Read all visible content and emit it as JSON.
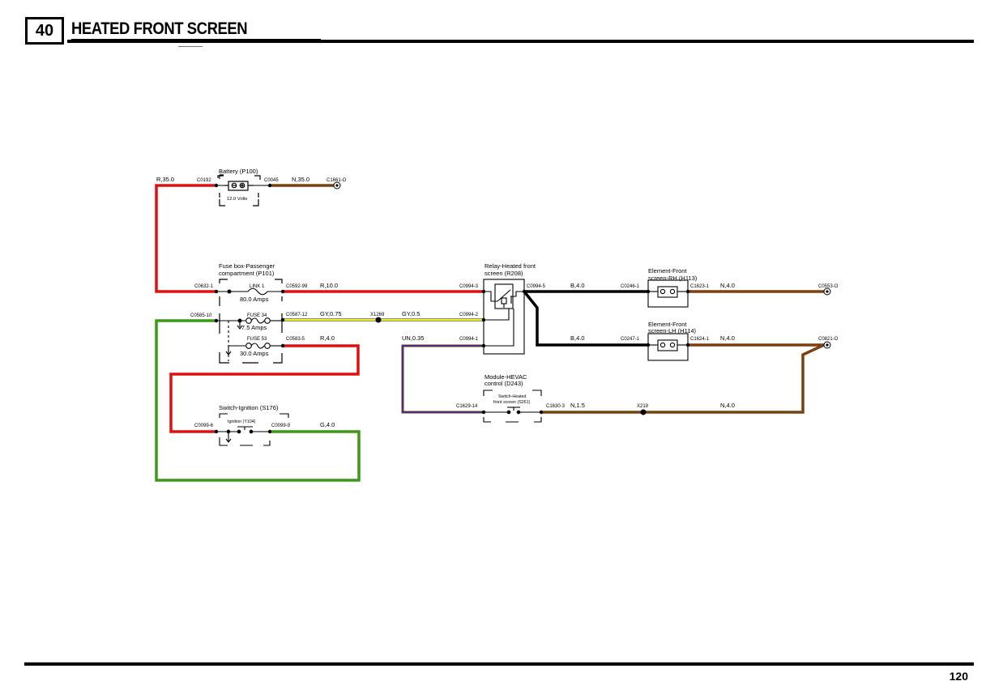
{
  "header": {
    "section_number": "40",
    "title": "HEATED FRONT SCREEN"
  },
  "footer": {
    "page_number": "120"
  },
  "components": {
    "battery": {
      "name": "Battery (P100)",
      "rating": "12.0 Volts"
    },
    "fuse_box": {
      "name_line1": "Fuse box-Passenger",
      "name_line2": "compartment (P101)"
    },
    "link1": {
      "name": "LINK 1",
      "rating": "80.0 Amps"
    },
    "fuse34": {
      "name": "FUSE 34",
      "rating": "7.5 Amps"
    },
    "fuse53": {
      "name": "FUSE 53",
      "rating": "30.0 Amps"
    },
    "relay": {
      "name_line1": "Relay-Heated front",
      "name_line2": "screen (R208)"
    },
    "element_rh": {
      "name_line1": "Element-Front",
      "name_line2": "screen-RH (H113)"
    },
    "element_lh": {
      "name_line1": "Element-Front",
      "name_line2": "screen-LH (H114)"
    },
    "hevac": {
      "name_line1": "Module-HEVAC",
      "name_line2": "control (D243)",
      "switch_line1": "Switch-Heated",
      "switch_line2": "front screen (S261)"
    },
    "ignition_switch": {
      "name": "Switch-Ignition (S176)",
      "inner": "Ignition (Y104)"
    }
  },
  "connectors": {
    "c0192": "C0192",
    "c0045": "C0045",
    "c1661": "C1661-O",
    "c0632": "C0632-1",
    "c0592": "C0592-99",
    "c0585": "C0585-10",
    "c0587": "C0587-12",
    "c0583": "C0583-5",
    "c0994_3": "C0994-3",
    "c0994_2": "C0994-2",
    "c0994_1": "C0994-1",
    "c0994_5": "C0994-5",
    "c0246": "C0246-1",
    "c1623": "C1623-1",
    "c0553": "C0553-O",
    "c0247": "C0247-1",
    "c1624": "C1624-1",
    "c0821": "C0821-O",
    "c1629": "C1629-14",
    "c1630": "C1630-3",
    "c0099_6": "C0099-6",
    "c0099_9": "C0099-9",
    "x1269": "X1269",
    "x219": "X219"
  },
  "wires": {
    "r35": "R,35.0",
    "n35": "N,35.0",
    "r10": "R,10.0",
    "gy075": "GY,0.75",
    "gy05": "GY,0.5",
    "r4": "R,4.0",
    "un035": "UN,0.35",
    "b4_a": "B,4.0",
    "b4_b": "B,4.0",
    "n4_a": "N,4.0",
    "n4_b": "N,4.0",
    "n15": "N,1.5",
    "n4_c": "N,4.0",
    "g4": "G,4.0"
  },
  "colors": {
    "red": "#e01010",
    "brown": "#7a4010",
    "black": "#000000",
    "green": "#3a9a18",
    "yellow": "#e8e81a",
    "grey": "#909090",
    "blue": "#3a2a9a"
  }
}
